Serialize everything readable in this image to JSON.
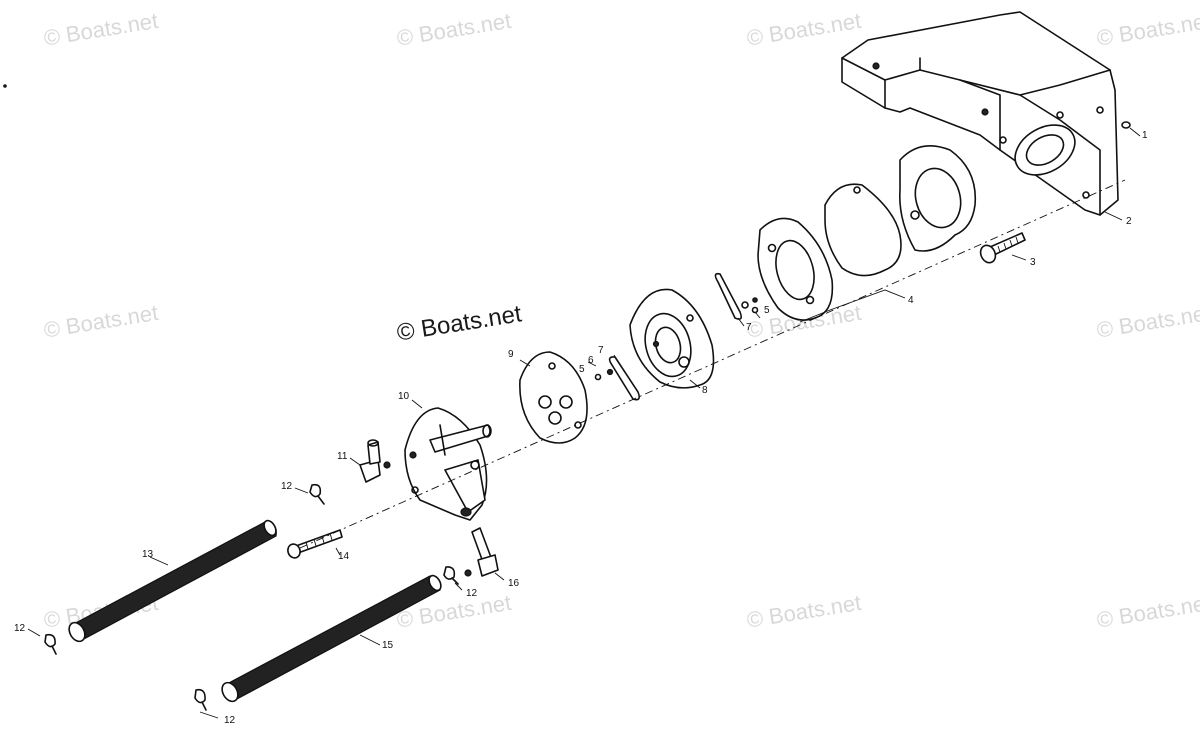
{
  "watermarks": {
    "small": "© Boats.net",
    "main": "© Boats.net"
  },
  "callouts": {
    "c1": "1",
    "c2": "2",
    "c3": "3",
    "c4": "4",
    "c5a": "5",
    "c5b": "5",
    "c6": "6",
    "c7a": "7",
    "c7b": "7",
    "c8": "8",
    "c9": "9",
    "c10": "10",
    "c11": "11",
    "c12a": "12",
    "c12b": "12",
    "c12c": "12",
    "c12d": "12",
    "c13": "13",
    "c14": "14",
    "c15": "15",
    "c16": "16"
  }
}
